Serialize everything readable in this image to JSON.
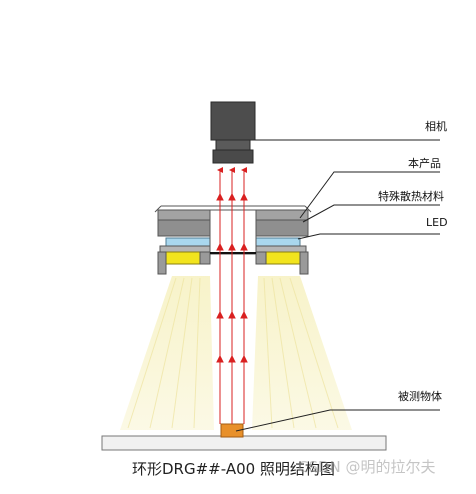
{
  "labels": {
    "camera": "相机",
    "product": "本产品",
    "heat_material": "特殊散热材料",
    "led": "LED",
    "object": "被测物体"
  },
  "caption": "环形DRG##-A00 照明结构图",
  "watermark": "CSDN @明的拉尔夫",
  "colors": {
    "camera": "#4d4d4d",
    "housing": "#9a9a9a",
    "led_blue": "#a9d7ee",
    "lens_yellow": "#f2e41d",
    "light_beam": "#f7f2c6",
    "light_ray": "#d92020",
    "object": "#e8902a",
    "stage": "#f1f1f1"
  }
}
